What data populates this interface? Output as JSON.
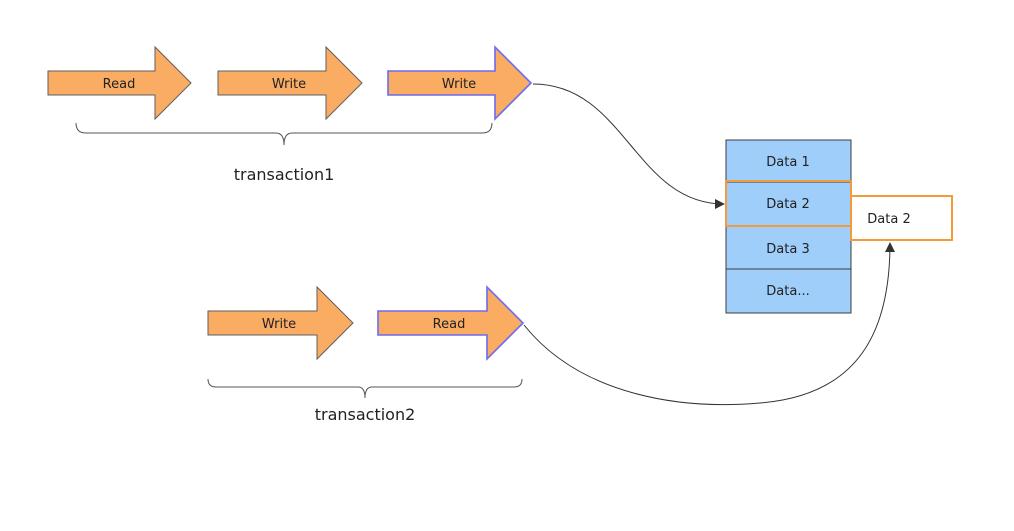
{
  "transaction1": {
    "label": "transaction1",
    "steps": [
      "Read",
      "Write",
      "Write"
    ]
  },
  "transaction2": {
    "label": "transaction2",
    "steps": [
      "Write",
      "Read"
    ]
  },
  "data_table": {
    "rows": [
      "Data 1",
      "Data 2",
      "Data 3",
      "Data..."
    ]
  },
  "copy_box": {
    "label": "Data 2"
  },
  "colors": {
    "arrow_fill": "#FBAC63",
    "selected_outline": "#6B6BF2",
    "cell_fill": "#9ECEF9",
    "highlight": "#F39A3A"
  }
}
